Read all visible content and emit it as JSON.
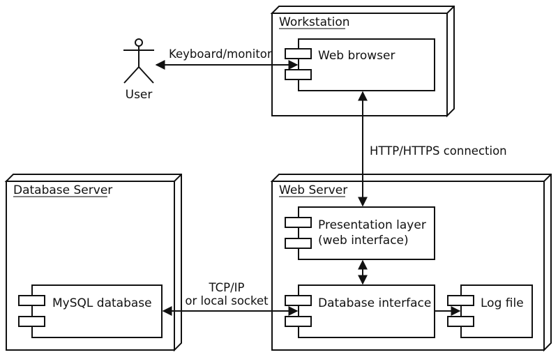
{
  "diagram": {
    "type": "UML deployment diagram",
    "actor": {
      "label": "User",
      "icon": "stick-figure-icon"
    },
    "nodes": [
      {
        "id": "workstation",
        "title": "Workstation",
        "components": [
          {
            "id": "web-browser",
            "label": "Web browser"
          }
        ]
      },
      {
        "id": "database-server",
        "title": "Database Server",
        "components": [
          {
            "id": "mysql-database",
            "label": "MySQL database"
          }
        ]
      },
      {
        "id": "web-server",
        "title": "Web Server",
        "components": [
          {
            "id": "presentation-layer",
            "label_line1": "Presentation layer",
            "label_line2": "(web interface)"
          },
          {
            "id": "database-interface",
            "label": "Database interface"
          },
          {
            "id": "log-file",
            "label": "Log file"
          }
        ]
      }
    ],
    "connections": [
      {
        "from": "User",
        "to": "Web browser",
        "label": "Keyboard/monitor",
        "direction": "bidirectional"
      },
      {
        "from": "Web browser",
        "to": "Presentation layer",
        "label": "HTTP/HTTPS connection",
        "direction": "bidirectional"
      },
      {
        "from": "Presentation layer",
        "to": "Database interface",
        "label": "",
        "direction": "bidirectional"
      },
      {
        "from": "MySQL database",
        "to": "Database interface",
        "label_line1": "TCP/IP",
        "label_line2": "or local socket",
        "direction": "bidirectional"
      },
      {
        "from": "Database interface",
        "to": "Log file",
        "label": "",
        "direction": "unidirectional"
      }
    ]
  }
}
